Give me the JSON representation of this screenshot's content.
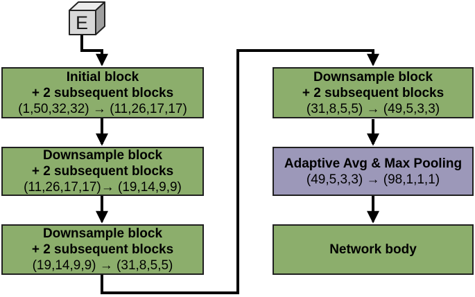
{
  "colors": {
    "background": "#ffffff",
    "block_green": "#8cae6c",
    "block_purple": "#9c98b9",
    "block_border": "#1f1f1f",
    "connector": "#000000",
    "cube_front": "#d8d8d8",
    "cube_top": "#ececec",
    "cube_side": "#9f9f9f"
  },
  "cube": {
    "label": "E"
  },
  "blocks": [
    {
      "title": "Initial block",
      "subtitle": "+ 2 subsequent blocks",
      "dims": "(1,50,32,32) → (11,26,17,17)"
    },
    {
      "title": "Downsample block",
      "subtitle": "+ 2 subsequent blocks",
      "dims": "(11,26,17,17)→ (19,14,9,9)"
    },
    {
      "title": "Downsample block",
      "subtitle": "+ 2 subsequent blocks",
      "dims": "(19,14,9,9) → (31,8,5,5)"
    },
    {
      "title": "Downsample block",
      "subtitle": "+ 2 subsequent blocks",
      "dims": "(31,8,5,5) → (49,5,3,3)"
    },
    {
      "title": "Adaptive Avg & Max Pooling",
      "dims": "(49,5,3,3) → (98,1,1,1)"
    },
    {
      "title": "Network body"
    }
  ]
}
